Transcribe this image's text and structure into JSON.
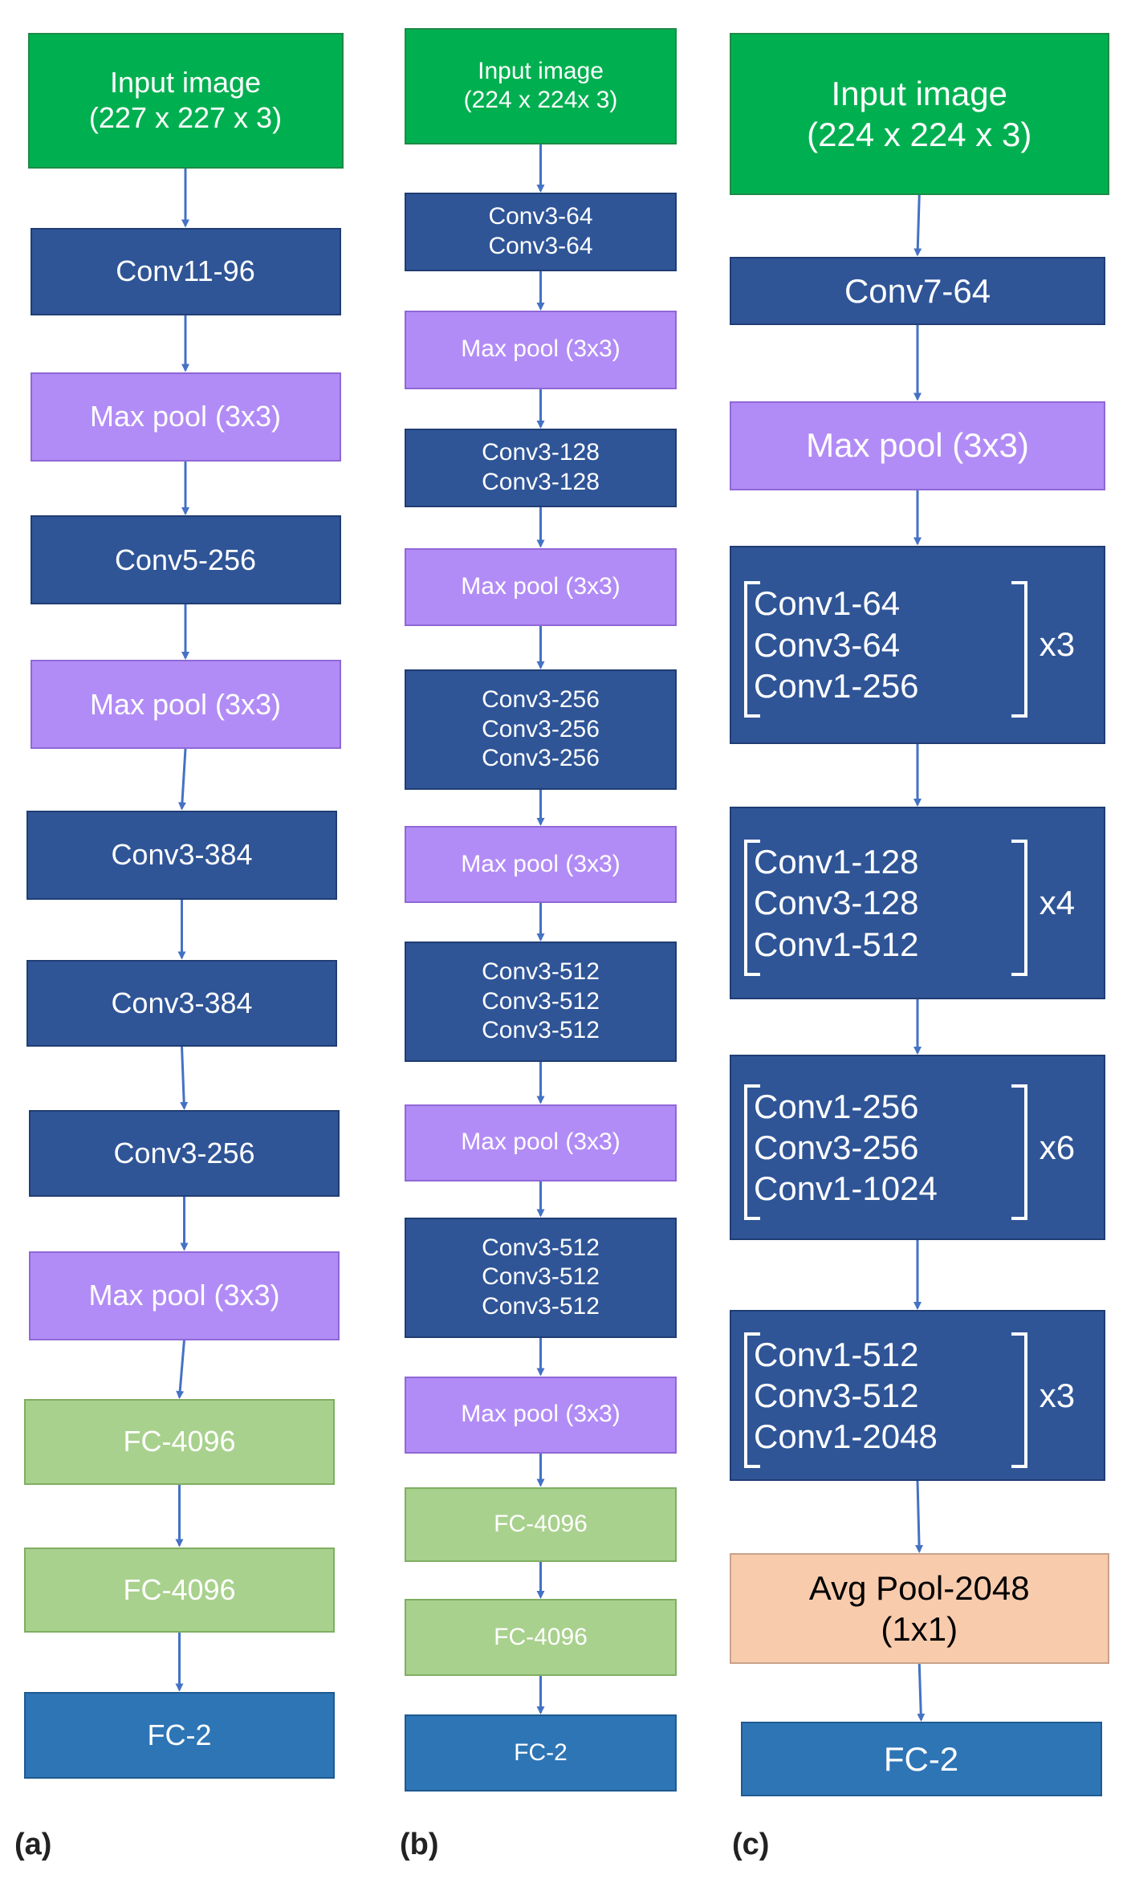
{
  "panels": {
    "a": {
      "caption": "(a)",
      "blocks": [
        {
          "lines": [
            "Input image",
            "(227 x 227 x 3)"
          ]
        },
        {
          "lines": [
            "Conv11-96"
          ]
        },
        {
          "lines": [
            "Max pool (3x3)"
          ]
        },
        {
          "lines": [
            "Conv5-256"
          ]
        },
        {
          "lines": [
            "Max pool (3x3)"
          ]
        },
        {
          "lines": [
            "Conv3-384"
          ]
        },
        {
          "lines": [
            "Conv3-384"
          ]
        },
        {
          "lines": [
            "Conv3-256"
          ]
        },
        {
          "lines": [
            "Max pool (3x3)"
          ]
        },
        {
          "lines": [
            "FC-4096"
          ]
        },
        {
          "lines": [
            "FC-4096"
          ]
        },
        {
          "lines": [
            "FC-2"
          ]
        }
      ]
    },
    "b": {
      "caption": "(b)",
      "blocks": [
        {
          "lines": [
            "Input image",
            "(224 x 224x 3)"
          ]
        },
        {
          "lines": [
            "Conv3-64",
            "Conv3-64"
          ]
        },
        {
          "lines": [
            "Max pool (3x3)"
          ]
        },
        {
          "lines": [
            "Conv3-128",
            "Conv3-128"
          ]
        },
        {
          "lines": [
            "Max pool (3x3)"
          ]
        },
        {
          "lines": [
            "Conv3-256",
            "Conv3-256",
            "Conv3-256"
          ]
        },
        {
          "lines": [
            "Max pool (3x3)"
          ]
        },
        {
          "lines": [
            "Conv3-512",
            "Conv3-512",
            "Conv3-512"
          ]
        },
        {
          "lines": [
            "Max pool (3x3)"
          ]
        },
        {
          "lines": [
            "Conv3-512",
            "Conv3-512",
            "Conv3-512"
          ]
        },
        {
          "lines": [
            "Max pool (3x3)"
          ]
        },
        {
          "lines": [
            "FC-4096"
          ]
        },
        {
          "lines": [
            "FC-4096"
          ]
        },
        {
          "lines": [
            "FC-2"
          ]
        }
      ]
    },
    "c": {
      "caption": "(c)",
      "blocks": [
        {
          "lines": [
            "Input image",
            "(224 x 224 x 3)"
          ]
        },
        {
          "lines": [
            "Conv7-64"
          ]
        },
        {
          "lines": [
            "Max pool (3x3)"
          ]
        },
        {
          "lines": [
            "Conv1-64",
            "Conv3-64",
            "Conv1-256"
          ],
          "repeat": "x3"
        },
        {
          "lines": [
            "Conv1-128",
            "Conv3-128",
            "Conv1-512"
          ],
          "repeat": "x4"
        },
        {
          "lines": [
            "Conv1-256",
            "Conv3-256",
            "Conv1-1024"
          ],
          "repeat": "x6"
        },
        {
          "lines": [
            "Conv1-512",
            "Conv3-512",
            "Conv1-2048"
          ],
          "repeat": "x3"
        },
        {
          "lines": [
            "Avg Pool-2048",
            "(1x1)"
          ]
        },
        {
          "lines": [
            "FC-2"
          ]
        }
      ]
    }
  },
  "colors": {
    "input": "#00b050",
    "conv": "#2f5597",
    "maxpool": "#b28cf6",
    "fc_hidden": "#a9d18e",
    "fc_out": "#2e75b6",
    "avgpool": "#f8cbad",
    "arrow": "#4472c4"
  }
}
